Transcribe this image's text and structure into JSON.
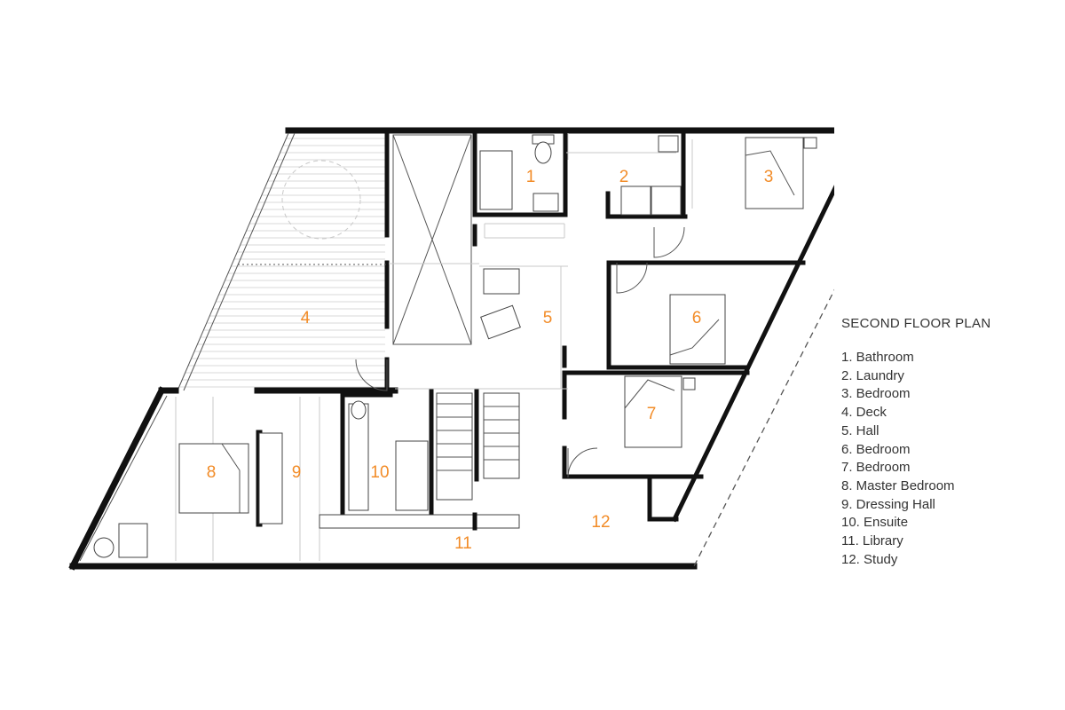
{
  "legend": {
    "title": "SECOND FLOOR PLAN",
    "items": [
      "1. Bathroom",
      "2. Laundry",
      "3. Bedroom",
      "4. Deck",
      "5. Hall",
      "6. Bedroom",
      "7. Bedroom",
      "8. Master Bedroom",
      "9. Dressing Hall",
      "10. Ensuite",
      "11. Library",
      "12. Study"
    ]
  },
  "rooms": [
    "1",
    "2",
    "3",
    "4",
    "5",
    "6",
    "7",
    "8",
    "9",
    "10",
    "11",
    "12"
  ],
  "colors": {
    "room_number": "#f28c28",
    "walls": "#111111",
    "text": "#333333"
  }
}
